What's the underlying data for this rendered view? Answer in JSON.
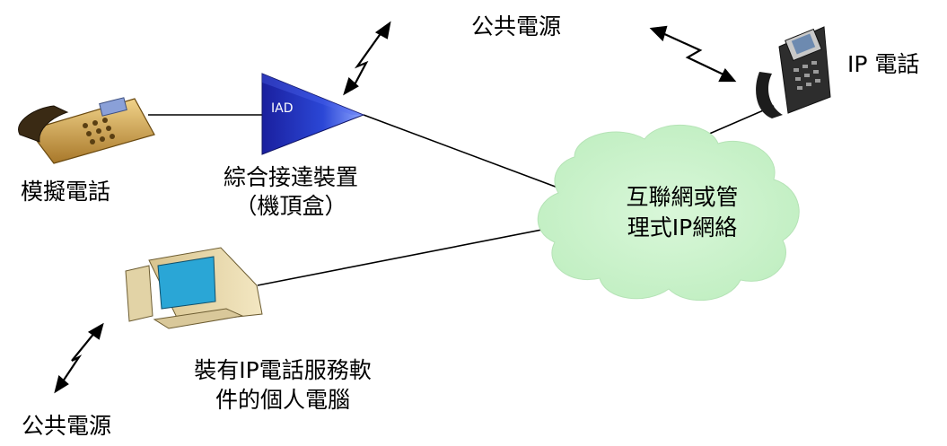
{
  "labels": {
    "analog_phone": "模擬電話",
    "iad_line1": "綜合接達裝置",
    "iad_line2": "（機頂盒）",
    "iad_logo": "IAD",
    "pstn_top": "公共電源",
    "pstn_bottom": "公共電源",
    "ip_phone": "IP 電話",
    "network_line1": "互聯網或管",
    "network_line2": "理式IP網絡",
    "pc_line1": "裝有IP電話服務軟",
    "pc_line2": "件的個人電腦"
  },
  "colors": {
    "line": "#000000",
    "cloud_fill": "#ccf2cc",
    "iad_dark": "#1a1f9e",
    "iad_light": "#7f93ff",
    "analog_phone_body": "#c79a3c",
    "ip_phone_body": "#333333",
    "monitor_body": "#e8d6a8",
    "screen": "#2aa6d6"
  },
  "icons": {
    "analog_phone": "analog-phone-icon",
    "iad": "iad-device-icon",
    "ip_phone": "ip-phone-icon",
    "pc": "computer-icon",
    "cloud": "cloud-icon",
    "lightning": "lightning-arrow-icon"
  }
}
